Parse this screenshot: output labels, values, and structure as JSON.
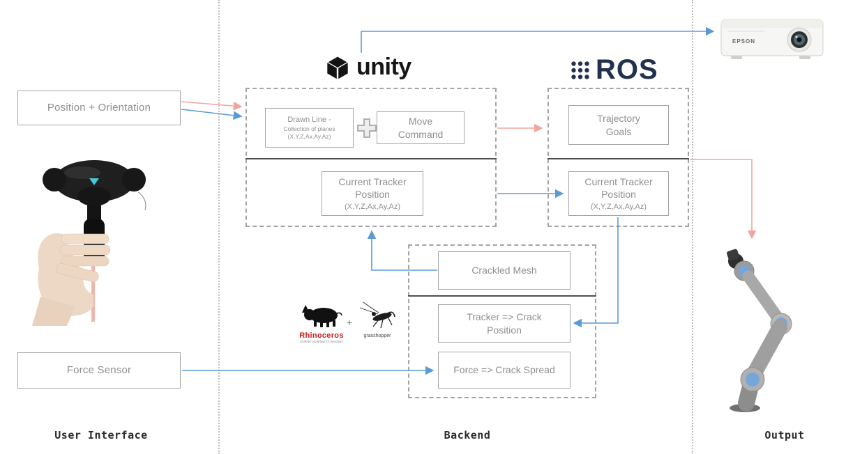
{
  "sections": {
    "user_interface": "User Interface",
    "backend": "Backend",
    "output": "Output"
  },
  "left": {
    "position_orientation": "Position + Orientation",
    "force_sensor": "Force Sensor"
  },
  "unity": {
    "logo": "unity",
    "drawn_line_title": "Drawn Line -",
    "drawn_line_sub": "Collection of planes",
    "drawn_line_coords": "(X,Y,Z,Ax,Ay,Az)",
    "plus_icon": "+",
    "move_command": "Move\nCommand",
    "current_tracker": "Current Tracker\nPosition",
    "current_tracker_coords": "(X,Y,Z,Ax,Ay,Az)"
  },
  "ros": {
    "logo": "ROS",
    "trajectory_goals": "Trajectory\nGoals",
    "current_tracker": "Current Tracker\nPosition",
    "current_tracker_coords": "(X,Y,Z,Ax,Ay,Az)"
  },
  "rhino": {
    "crackled_mesh": "Crackled Mesh",
    "tracker_to_crack": "Tracker => Crack\nPosition",
    "force_to_crack": "Force => Crack Spread",
    "rhinoceros": "Rhinoceros",
    "rhinoceros_tagline": "NURBS modeling for Windows",
    "plus": "+",
    "grasshopper": "grasshopper"
  },
  "output_col": {
    "projector_brand": "EPSON"
  },
  "colors": {
    "arrow_red": "#f2a49e",
    "arrow_blue": "#5b9bd5",
    "box_border": "#a5a5a5",
    "box_text": "#8f8f8f",
    "divider": "#4f4f4f",
    "ros_navy": "#22314e",
    "unity_black": "#161616",
    "rhino_red": "#c41d1d",
    "section_text": "#2b2b2b",
    "robot_joint_blue": "#74a7d8",
    "tracker_pink": "#f0b6ae"
  }
}
